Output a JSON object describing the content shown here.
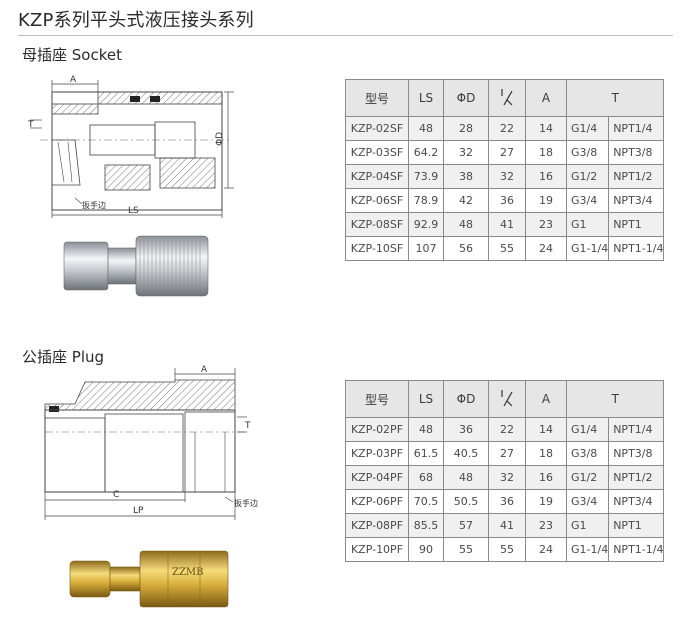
{
  "title": "KZP系列平头式液压接头系列",
  "socket": {
    "section_title": "母插座 Socket",
    "drawing_labels": {
      "a": "A",
      "t": "T",
      "ls": "LS",
      "phi_d": "ΦD",
      "wrench": "扳手边"
    },
    "headers": {
      "model": "型号",
      "ls": "LS",
      "phi_d": "ΦD",
      "a": "A",
      "t": "T"
    },
    "rows": [
      {
        "model": "KZP-02SF",
        "ls": "48",
        "phi_d": "28",
        "half": "22",
        "a": "14",
        "g": "G1/4",
        "npt": "NPT1/4"
      },
      {
        "model": "KZP-03SF",
        "ls": "64.2",
        "phi_d": "32",
        "half": "27",
        "a": "18",
        "g": "G3/8",
        "npt": "NPT3/8"
      },
      {
        "model": "KZP-04SF",
        "ls": "73.9",
        "phi_d": "38",
        "half": "32",
        "a": "16",
        "g": "G1/2",
        "npt": "NPT1/2"
      },
      {
        "model": "KZP-06SF",
        "ls": "78.9",
        "phi_d": "42",
        "half": "36",
        "a": "19",
        "g": "G3/4",
        "npt": "NPT3/4"
      },
      {
        "model": "KZP-08SF",
        "ls": "92.9",
        "phi_d": "48",
        "half": "41",
        "a": "23",
        "g": "G1",
        "npt": "NPT1"
      },
      {
        "model": "KZP-10SF",
        "ls": "107",
        "phi_d": "56",
        "half": "55",
        "a": "24",
        "g": "G1-1/4",
        "npt": "NPT1-1/4"
      }
    ]
  },
  "plug": {
    "section_title": "公插座 Plug",
    "drawing_labels": {
      "a": "A",
      "t": "T",
      "c": "C",
      "lp": "LP",
      "wrench": "扳手边"
    },
    "engraving": "ZZMB",
    "headers": {
      "model": "型号",
      "ls": "LS",
      "phi_d": "ΦD",
      "a": "A",
      "t": "T"
    },
    "rows": [
      {
        "model": "KZP-02PF",
        "ls": "48",
        "phi_d": "36",
        "half": "22",
        "a": "14",
        "g": "G1/4",
        "npt": "NPT1/4"
      },
      {
        "model": "KZP-03PF",
        "ls": "61.5",
        "phi_d": "40.5",
        "half": "27",
        "a": "18",
        "g": "G3/8",
        "npt": "NPT3/8"
      },
      {
        "model": "KZP-04PF",
        "ls": "68",
        "phi_d": "48",
        "half": "32",
        "a": "16",
        "g": "G1/2",
        "npt": "NPT1/2"
      },
      {
        "model": "KZP-06PF",
        "ls": "70.5",
        "phi_d": "50.5",
        "half": "36",
        "a": "19",
        "g": "G3/4",
        "npt": "NPT3/4"
      },
      {
        "model": "KZP-08PF",
        "ls": "85.5",
        "phi_d": "57",
        "half": "41",
        "a": "23",
        "g": "G1",
        "npt": "NPT1"
      },
      {
        "model": "KZP-10PF",
        "ls": "90",
        "phi_d": "55",
        "half": "55",
        "a": "24",
        "g": "G1-1/4",
        "npt": "NPT1-1/4"
      }
    ]
  }
}
